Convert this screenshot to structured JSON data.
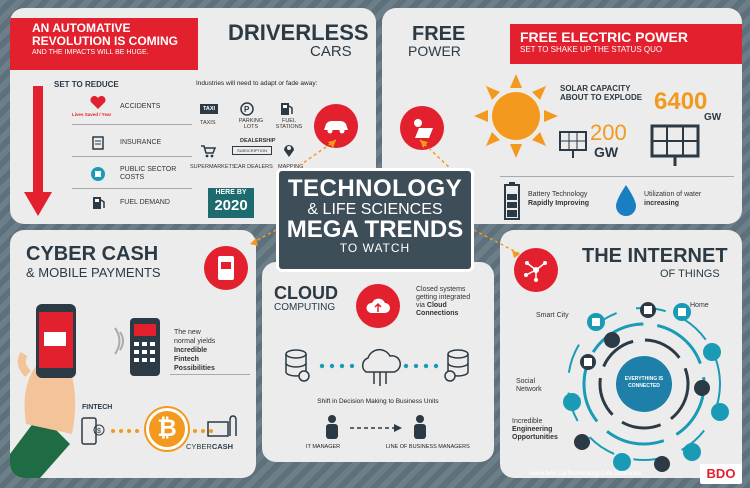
{
  "automotive": {
    "banner_line1": "AN AUTOMATIVE",
    "banner_line2": "REVOLUTION IS COMING",
    "banner_line3": "AND THE IMPACTS WILL BE HUGE.",
    "title_line1": "DRIVERLESS",
    "title_line2": "CARS",
    "set_to_reduce": "SET TO REDUCE",
    "reduce_items": [
      "ACCIDENTS",
      "INSURANCE",
      "PUBLIC SECTOR COSTS",
      "FUEL DEMAND"
    ],
    "lives_saved": "Lives Saved / Year",
    "industries_intro": "Industries will need to adapt or fade away:",
    "industries": [
      "TAXIS",
      "PARKING LOTS",
      "FUEL STATIONS",
      "SUPERMARKETS",
      "CAR DEALERS",
      "MAPPING"
    ],
    "taxi_sign": "TAXI",
    "dealership_sign": "DEALERSHIP",
    "dealership_sub": "SUBSCRIPTION",
    "here_by": "HERE BY",
    "year": "2020"
  },
  "free_power": {
    "title_line1": "FREE",
    "title_line2": "POWER",
    "banner_line1": "FREE ELECTRIC POWER",
    "banner_line2": "SET TO SHAKE UP THE STATUS QUO",
    "solar_line1": "SOLAR CAPACITY",
    "solar_line2": "ABOUT TO EXPLODE",
    "value_small": "200",
    "value_small_unit": "GW",
    "value_big": "6400",
    "value_big_unit": "GW",
    "battery_line1": "Battery Technology",
    "battery_line2": "Rapidly Improving",
    "water_line1": "Utilization of water",
    "water_line2": "increasing"
  },
  "hub": {
    "line1": "TECHNOLOGY",
    "line2": "& LIFE SCIENCES",
    "line3": "MEGA TRENDS",
    "line4": "TO WATCH"
  },
  "cyber": {
    "title_line1": "CYBER CASH",
    "title_line2": "& MOBILE PAYMENTS",
    "note_line1": "The new",
    "note_line2": "normal yields",
    "note_line3": "Incredible",
    "note_line4": "Fintech",
    "note_line5": "Possibilities",
    "fintech": "FINTECH",
    "cyber_word": "CYBER",
    "cash_word": "CASH"
  },
  "cloud": {
    "title_line1": "CLOUD",
    "title_line2": "COMPUTING",
    "note_line1": "Closed systems",
    "note_line2": "getting integrated",
    "note_line3": "via",
    "note_line4": "Cloud",
    "note_line5": "Connections",
    "shift": "Shift in Decision Making to Business Units",
    "it_manager": "IT MANAGER",
    "lob_managers": "LINE OF BUSINESS MANAGERS"
  },
  "iot": {
    "title_line1": "THE INTERNET",
    "title_line2": "OF THINGS",
    "smart_city": "Smart City",
    "home": "Home",
    "social_line1": "Social",
    "social_line2": "Network",
    "eng_line1": "Incredible",
    "eng_line2": "Engineering",
    "eng_line3": "Opportunities",
    "everything_line1": "EVERYTHING IS",
    "everything_line2": "CONNECTED"
  },
  "footer": {
    "url": "www.bdo.ca/Technology-Life-Sciences",
    "logo": "BDO"
  },
  "colors": {
    "accent": "#e3202d",
    "dark": "#2b3a44",
    "teal": "#1a9bb5",
    "orange": "#f39a1e",
    "hub": "#3d4e59"
  }
}
